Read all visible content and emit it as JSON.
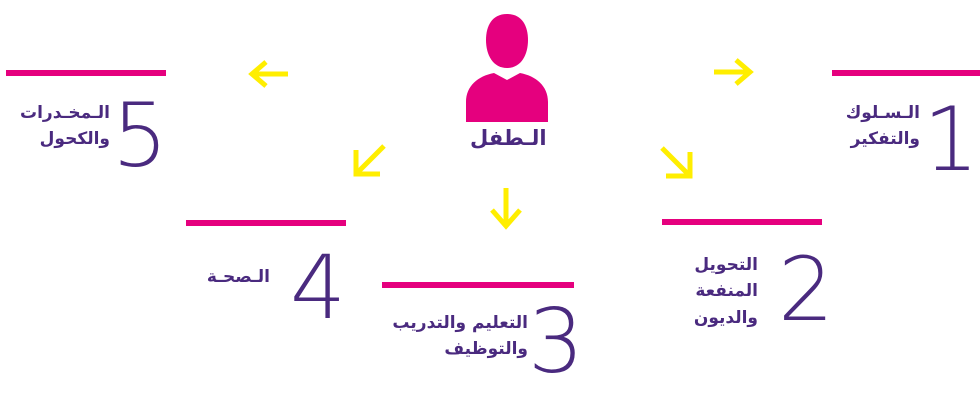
{
  "center": {
    "label": "الـطفل"
  },
  "items": [
    {
      "number": "1",
      "lines": [
        "الـسـلوك",
        "والتفكير"
      ]
    },
    {
      "number": "2",
      "lines": [
        "التحويل",
        "المنفعة",
        "والديون"
      ]
    },
    {
      "number": "3",
      "lines": [
        "التعليم والتدريب",
        "والتوظيف"
      ]
    },
    {
      "number": "4",
      "lines": [
        "الـصحـة"
      ]
    },
    {
      "number": "5",
      "lines": [
        "الـمخـدرات",
        "والكحول"
      ]
    }
  ],
  "colors": {
    "bar": "#e5007e",
    "arrow": "#ffee00",
    "text": "#4a2a7f",
    "person": "#e5007e"
  },
  "icons": {
    "center": "person-icon",
    "arrow": "arrow-icon"
  }
}
